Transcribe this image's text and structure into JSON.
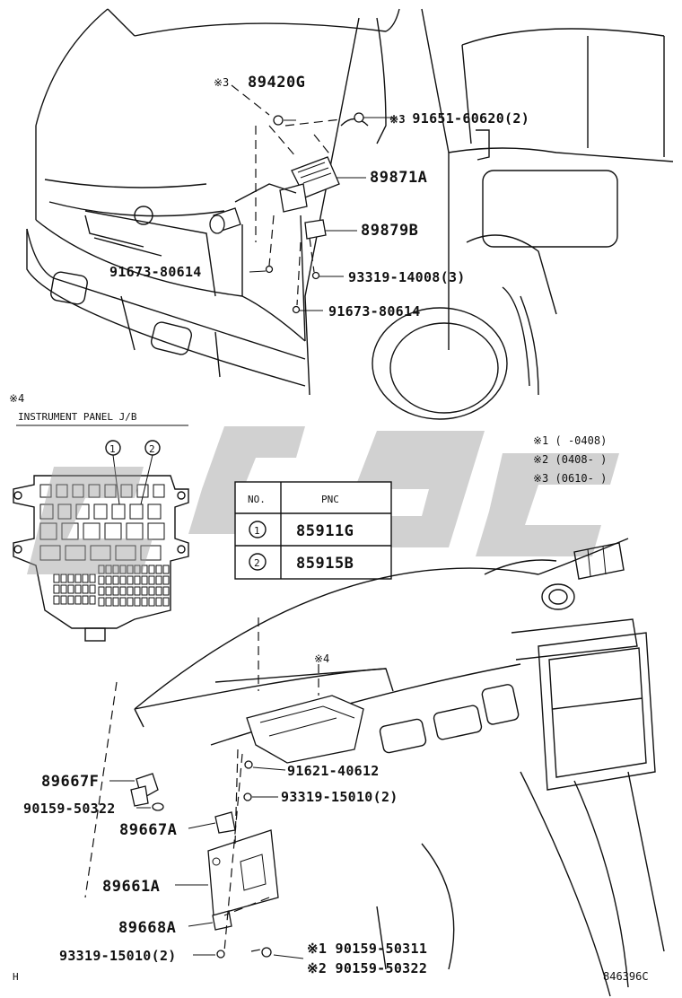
{
  "top_labels": {
    "l1_mark": "※3",
    "l1": "89420G",
    "l2": "91651-60620(2)",
    "l3": "89871A",
    "l4": "89879B",
    "l5": "91673-80614",
    "l6": "93319-14008(3)",
    "l7": "91673-80614"
  },
  "jb": {
    "mark": "※4",
    "title": "INSTRUMENT PANEL J/B",
    "callout1": "1",
    "callout2": "2"
  },
  "legend": {
    "row1": "※1 (    -0408)",
    "row2": "※2 (0408-     )",
    "row3": "※3 (0610-     )"
  },
  "table": {
    "headers": [
      "NO.",
      "PNC"
    ],
    "rows": [
      {
        "no": "1",
        "pnc": "85911G"
      },
      {
        "no": "2",
        "pnc": "85915B"
      }
    ]
  },
  "bottom_labels": {
    "mark4": "※4",
    "b1": "91621-40612",
    "b2": "89667F",
    "b3": "93319-15010(2)",
    "b4": "90159-50322",
    "b5": "89667A",
    "b6": "89661A",
    "b7": "89668A",
    "b8": "93319-15010(2)",
    "b9": "※1  90159-50311",
    "b10": "※2  90159-50322"
  },
  "corner_left": "H",
  "code": "846396C",
  "watermark_text": "ccsc"
}
